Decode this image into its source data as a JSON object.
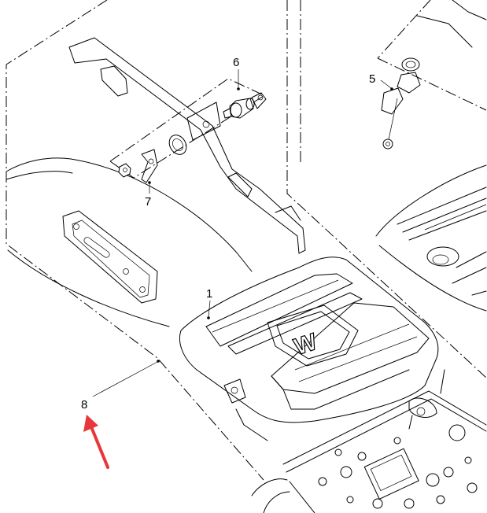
{
  "callouts": {
    "c1": "1",
    "c5": "5",
    "c6": "6",
    "c7": "7",
    "c8": "8"
  },
  "logo_letter": "W",
  "arrow_color": "#e8363a"
}
